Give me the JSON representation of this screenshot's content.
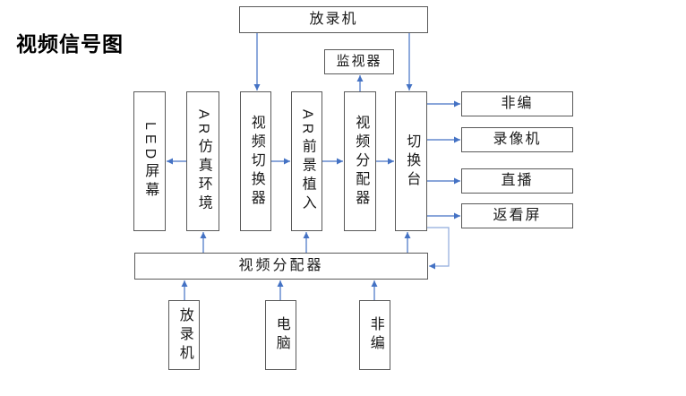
{
  "title": "视频信号图",
  "colors": {
    "background": "#ffffff",
    "box_border": "#595959",
    "connector": "#4472C4",
    "connector_light": "#8FAADC",
    "text": "#000000"
  },
  "nodes": {
    "player_top": {
      "label": "放录机"
    },
    "monitor": {
      "label": "监视器"
    },
    "led_screen": {
      "label": "LED屏幕"
    },
    "ar_sim_env": {
      "label": "AR仿真环境"
    },
    "video_switcher": {
      "label": "视频切换器"
    },
    "ar_foreground": {
      "label": "AR前景植入"
    },
    "video_distributor_mid": {
      "label": "视频分配器"
    },
    "switch_console": {
      "label": "切换台"
    },
    "nle_right": {
      "label": "非编"
    },
    "vcr": {
      "label": "录像机"
    },
    "live": {
      "label": "直播"
    },
    "return_screen": {
      "label": "返看屏"
    },
    "video_distributor_bottom": {
      "label": "视频分配器"
    },
    "player_bottom": {
      "label": "放录机"
    },
    "computer": {
      "label": "电脑"
    },
    "nle_bottom": {
      "label": "非编"
    }
  },
  "edges": [
    {
      "from": "player_top",
      "to": "video_switcher"
    },
    {
      "from": "player_top",
      "to": "switch_console"
    },
    {
      "from": "video_distributor_mid",
      "to": "monitor"
    },
    {
      "from": "ar_sim_env",
      "to": "led_screen"
    },
    {
      "from": "video_switcher",
      "to": "ar_foreground"
    },
    {
      "from": "ar_foreground",
      "to": "video_distributor_mid"
    },
    {
      "from": "video_distributor_mid",
      "to": "switch_console"
    },
    {
      "from": "switch_console",
      "to": "nle_right"
    },
    {
      "from": "switch_console",
      "to": "vcr"
    },
    {
      "from": "switch_console",
      "to": "live"
    },
    {
      "from": "switch_console",
      "to": "return_screen"
    },
    {
      "from": "switch_console",
      "to": "video_distributor_bottom"
    },
    {
      "from": "video_distributor_bottom",
      "to": "ar_sim_env"
    },
    {
      "from": "video_distributor_bottom",
      "to": "ar_foreground"
    },
    {
      "from": "video_distributor_bottom",
      "to": "switch_console"
    },
    {
      "from": "player_bottom",
      "to": "video_distributor_bottom"
    },
    {
      "from": "computer",
      "to": "video_distributor_bottom"
    },
    {
      "from": "nle_bottom",
      "to": "video_distributor_bottom"
    }
  ]
}
